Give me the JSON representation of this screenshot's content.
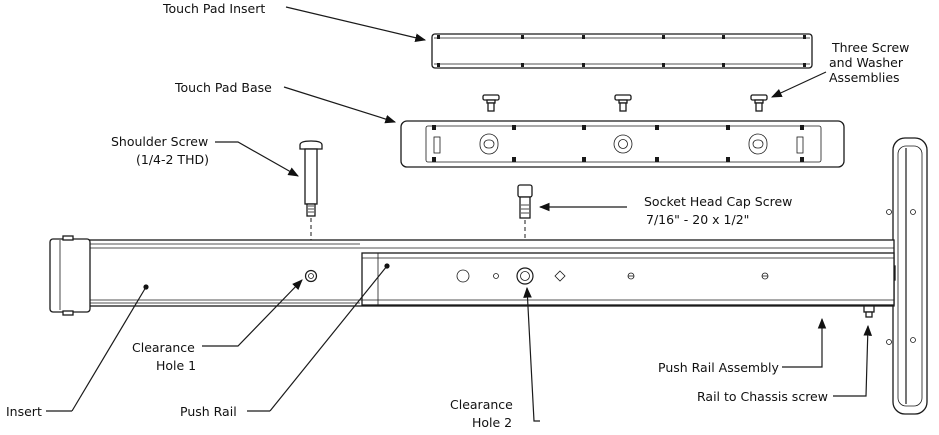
{
  "labels": {
    "touch_pad_insert": "Touch Pad Insert",
    "touch_pad_base": "Touch Pad Base",
    "three_screw_l1": "Three Screw",
    "three_screw_l2": "and Washer",
    "three_screw_l3": "Assemblies",
    "shoulder_screw_l1": "Shoulder Screw",
    "shoulder_screw_l2": "(1/4-2 THD)",
    "socket_screw_l1": "Socket Head Cap Screw",
    "socket_screw_l2": "7/16\" - 20 x 1/2\"",
    "clearance1_l1": "Clearance",
    "clearance1_l2": "Hole 1",
    "clearance2_l1": "Clearance",
    "clearance2_l2": "Hole 2",
    "insert": "Insert",
    "push_rail": "Push Rail",
    "push_rail_assembly": "Push Rail Assembly",
    "rail_to_chassis": "Rail to Chassis screw"
  }
}
